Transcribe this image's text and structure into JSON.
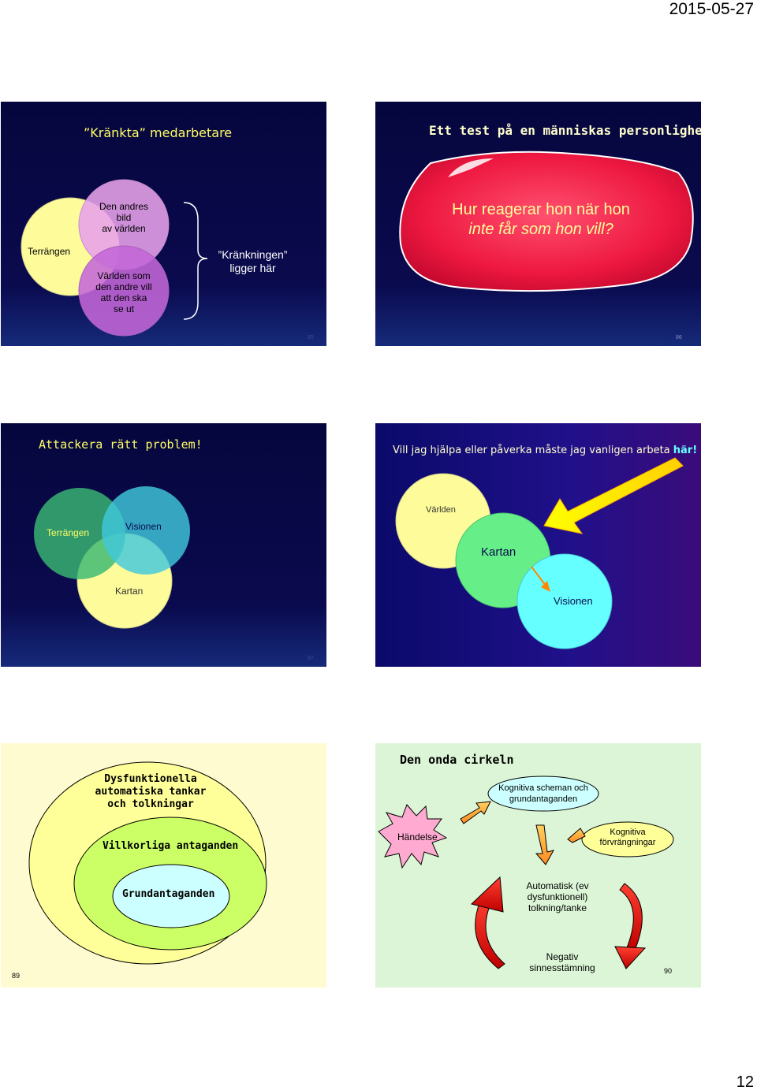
{
  "header": {
    "date": "2015-05-27"
  },
  "footer": {
    "page_number": "12"
  },
  "slides": {
    "s85": {
      "title": "”Kränkta” medarbetare",
      "circle_left": "Terrängen",
      "circle_top": [
        "Den andres",
        "bild",
        "av världen"
      ],
      "circle_bottom": [
        "Världen som",
        "den andre vill",
        "att den ska",
        "se ut"
      ],
      "note": [
        "”Kränkningen”",
        "ligger här"
      ],
      "number": "85"
    },
    "s86": {
      "title": "Ett test på en människas personlighet",
      "blob": [
        "Hur reagerar hon när hon",
        "inte får som hon vill?"
      ],
      "number": "86"
    },
    "s87": {
      "title": "Attackera rätt problem!",
      "terrain": "Terrängen",
      "vision": "Visionen",
      "map": "Kartan",
      "number": "87"
    },
    "s88": {
      "title_main": "Vill jag hjälpa eller påverka måste jag vanligen arbeta ",
      "title_emph": "här!",
      "world": "Världen",
      "map": "Kartan",
      "vision": "Visionen"
    },
    "s89": {
      "outer": [
        "Dysfunktionella",
        "automatiska tankar",
        "och tolkningar"
      ],
      "middle": "Villkorliga antaganden",
      "inner": "Grundantaganden",
      "number": "89"
    },
    "s90": {
      "title": "Den onda cirkeln",
      "schemas": [
        "Kognitiva scheman och",
        "grundantaganden"
      ],
      "event": "Händelse",
      "distortions": [
        "Kognitiva",
        "förvrängningar"
      ],
      "automatic": [
        "Automatisk (ev",
        "dysfunktionell)",
        "tolkning/tanke"
      ],
      "mood": [
        "Negativ",
        "sinnesstämning"
      ],
      "number": "90"
    }
  },
  "colors": {
    "navy": "#0a0a4a",
    "cream": "#fffbd0",
    "yellow_circle": "#fdfb9a",
    "pink": "#e8a2ea",
    "red_blob": "#ee1840",
    "green_circle": "#66ef88",
    "cyan_circle": "#66ffff"
  }
}
